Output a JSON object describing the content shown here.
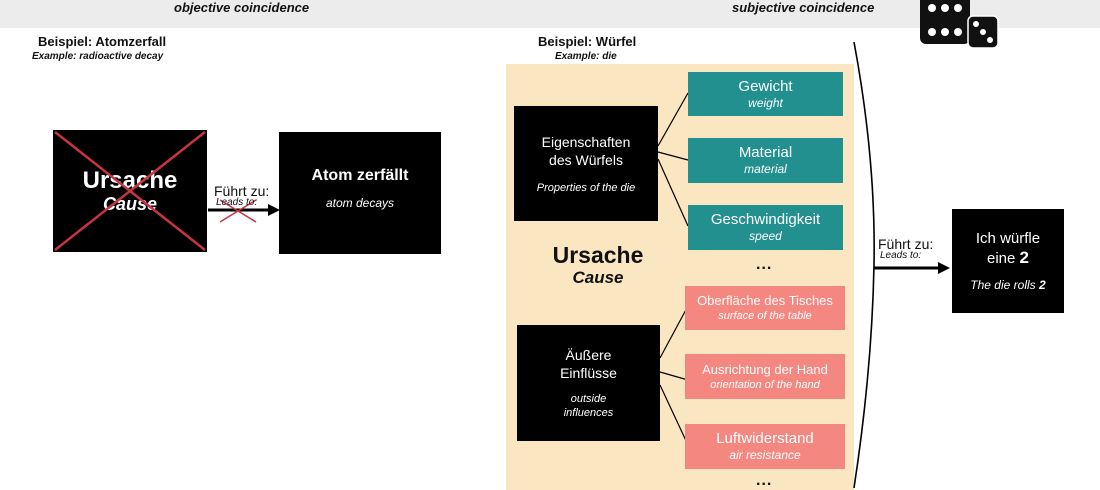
{
  "header": {
    "left_label": "objective coincidence",
    "right_label": "subjective coincidence"
  },
  "left_example": {
    "title": "Beispiel: Atomzerfall",
    "subtitle": "Example: radioactive decay",
    "cause_de": "Ursache",
    "cause_en": "Cause",
    "leads_de": "Führt zu:",
    "leads_en": "Leads to:",
    "effect_de": "Atom zerfällt",
    "effect_en": "atom decays"
  },
  "right_example": {
    "title": "Beispiel: Würfel",
    "subtitle": "Example: die",
    "properties_de": "Eigenschaften des Würfels",
    "properties_en": "Properties of the die",
    "external_de": "Äußere Einflüsse",
    "external_en": "outside influences",
    "cause_de": "Ursache",
    "cause_en": "Cause",
    "property_items": [
      {
        "de": "Gewicht",
        "en": "weight"
      },
      {
        "de": "Material",
        "en": "material"
      },
      {
        "de": "Geschwindigkeit",
        "en": "speed"
      }
    ],
    "external_items": [
      {
        "de": "Oberfläche des Tisches",
        "en": "surface of the table"
      },
      {
        "de": "Ausrichtung der Hand",
        "en": "orientation of the hand"
      },
      {
        "de": "Luftwiderstand",
        "en": "air resistance"
      }
    ],
    "ellipsis": "...",
    "leads_de": "Führt zu:",
    "leads_en": "Leads to:",
    "result_de_prefix": "Ich würfle eine ",
    "result_de_number": "2",
    "result_en_prefix": "The die rolls ",
    "result_en_number": "2"
  },
  "colors": {
    "panel": "#fbe6c2",
    "teal": "#21908f",
    "pink": "#f58781",
    "cross": "#c8343f",
    "black": "#000000"
  },
  "icons": [
    "dice-icon",
    "cross-out-mark"
  ]
}
